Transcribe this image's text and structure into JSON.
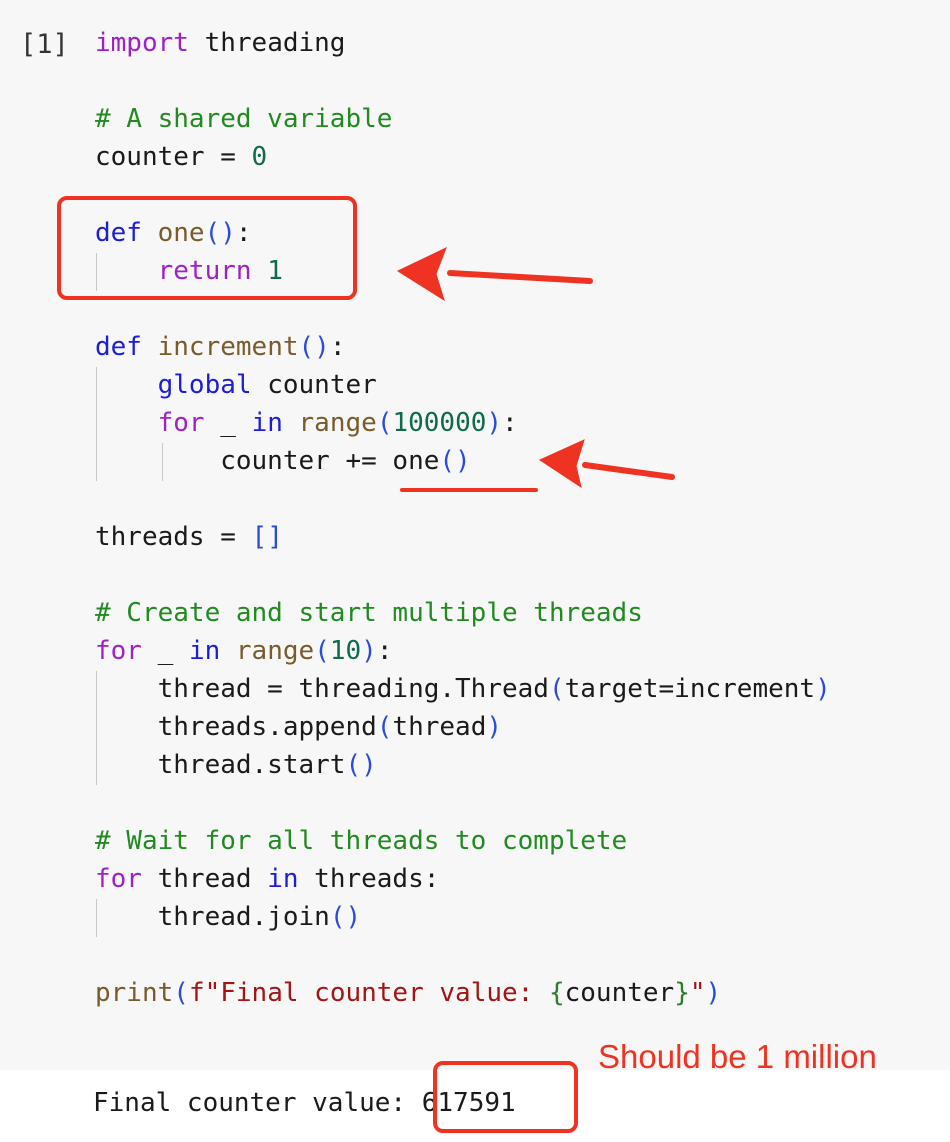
{
  "cell": {
    "prompt": "[1]",
    "lines": [
      [
        {
          "t": "import",
          "c": "kw"
        },
        {
          "t": " threading",
          "c": ""
        }
      ],
      [],
      [
        {
          "t": "# A shared variable",
          "c": "cm"
        }
      ],
      [
        {
          "t": "counter = ",
          "c": ""
        },
        {
          "t": "0",
          "c": "num"
        }
      ],
      [],
      [
        {
          "t": "def",
          "c": "kd"
        },
        {
          "t": " ",
          "c": ""
        },
        {
          "t": "one",
          "c": "fn"
        },
        {
          "t": "()",
          "c": "br"
        },
        {
          "t": ":",
          "c": ""
        }
      ],
      [
        {
          "t": "    ",
          "c": ""
        },
        {
          "t": "return",
          "c": "kw"
        },
        {
          "t": " ",
          "c": ""
        },
        {
          "t": "1",
          "c": "num"
        }
      ],
      [],
      [
        {
          "t": "def",
          "c": "kd"
        },
        {
          "t": " ",
          "c": ""
        },
        {
          "t": "increment",
          "c": "fn"
        },
        {
          "t": "()",
          "c": "br"
        },
        {
          "t": ":",
          "c": ""
        }
      ],
      [
        {
          "t": "    ",
          "c": ""
        },
        {
          "t": "global",
          "c": "kd"
        },
        {
          "t": " counter",
          "c": ""
        }
      ],
      [
        {
          "t": "    ",
          "c": ""
        },
        {
          "t": "for",
          "c": "kw"
        },
        {
          "t": " _ ",
          "c": ""
        },
        {
          "t": "in",
          "c": "kd"
        },
        {
          "t": " ",
          "c": ""
        },
        {
          "t": "range",
          "c": "fn"
        },
        {
          "t": "(",
          "c": "br"
        },
        {
          "t": "100000",
          "c": "num"
        },
        {
          "t": ")",
          "c": "br"
        },
        {
          "t": ":",
          "c": ""
        }
      ],
      [
        {
          "t": "        counter += one",
          "c": ""
        },
        {
          "t": "()",
          "c": "br"
        }
      ],
      [],
      [
        {
          "t": "threads = ",
          "c": ""
        },
        {
          "t": "[]",
          "c": "br"
        }
      ],
      [],
      [
        {
          "t": "# Create and start multiple threads",
          "c": "cm"
        }
      ],
      [
        {
          "t": "for",
          "c": "kw"
        },
        {
          "t": " _ ",
          "c": ""
        },
        {
          "t": "in",
          "c": "kd"
        },
        {
          "t": " ",
          "c": ""
        },
        {
          "t": "range",
          "c": "fn"
        },
        {
          "t": "(",
          "c": "br"
        },
        {
          "t": "10",
          "c": "num"
        },
        {
          "t": ")",
          "c": "br"
        },
        {
          "t": ":",
          "c": ""
        }
      ],
      [
        {
          "t": "    thread = threading.Thread",
          "c": ""
        },
        {
          "t": "(",
          "c": "br"
        },
        {
          "t": "target=increment",
          "c": ""
        },
        {
          "t": ")",
          "c": "br"
        }
      ],
      [
        {
          "t": "    threads.append",
          "c": ""
        },
        {
          "t": "(",
          "c": "br"
        },
        {
          "t": "thread",
          "c": ""
        },
        {
          "t": ")",
          "c": "br"
        }
      ],
      [
        {
          "t": "    thread.start",
          "c": ""
        },
        {
          "t": "()",
          "c": "br"
        }
      ],
      [],
      [
        {
          "t": "# Wait for all threads to complete",
          "c": "cm"
        }
      ],
      [
        {
          "t": "for",
          "c": "kw"
        },
        {
          "t": " thread ",
          "c": ""
        },
        {
          "t": "in",
          "c": "kd"
        },
        {
          "t": " threads:",
          "c": ""
        }
      ],
      [
        {
          "t": "    thread.join",
          "c": ""
        },
        {
          "t": "()",
          "c": "br"
        }
      ],
      [],
      [
        {
          "t": "print",
          "c": "fn"
        },
        {
          "t": "(",
          "c": "br"
        },
        {
          "t": "f\"Final counter value: ",
          "c": "str"
        },
        {
          "t": "{",
          "c": "vb"
        },
        {
          "t": "counter",
          "c": ""
        },
        {
          "t": "}",
          "c": "vb"
        },
        {
          "t": "\"",
          "c": "str"
        },
        {
          "t": ")",
          "c": "br"
        }
      ]
    ]
  },
  "output": {
    "label": "Final counter value: ",
    "value": "617591"
  },
  "annotations": {
    "note": "Should be 1 million",
    "color": "#ee3322"
  }
}
